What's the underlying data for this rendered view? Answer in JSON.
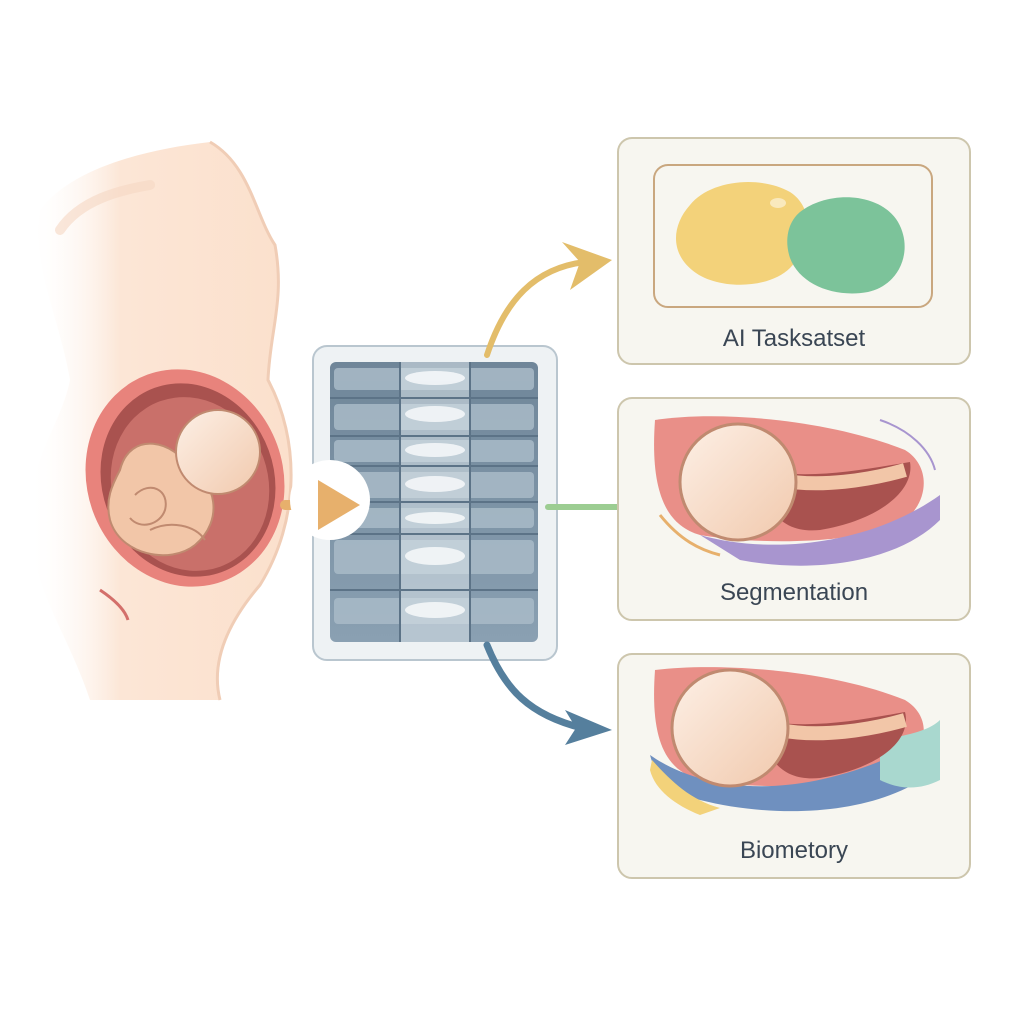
{
  "panels": [
    {
      "id": "classification",
      "label": "AI Tasksatset"
    },
    {
      "id": "segmentation",
      "label": "Segmentation"
    },
    {
      "id": "biometry",
      "label": "Biometory"
    }
  ],
  "colors": {
    "arrow_top": "#e3bd6a",
    "arrow_middle": "#9ccd92",
    "arrow_bottom": "#557f9d",
    "arrow_input": "#e7b06c",
    "card_border": "#cdc6ad",
    "card_fill": "#f7f6f0",
    "scan_fill": "#7b92a6",
    "blob_yellow": "#f3d27a",
    "blob_green": "#7cc39a",
    "uterus": "#e98f88",
    "fetus": "#f6d3bb",
    "skin": "#fbe3d2",
    "purple": "#a895cf",
    "blue": "#6f90bf",
    "teal": "#a9d8cf"
  },
  "icons": [
    "pregnant-body-icon",
    "fetus-icon",
    "ultrasound-scan-stack-icon",
    "blob-cluster-icon"
  ]
}
